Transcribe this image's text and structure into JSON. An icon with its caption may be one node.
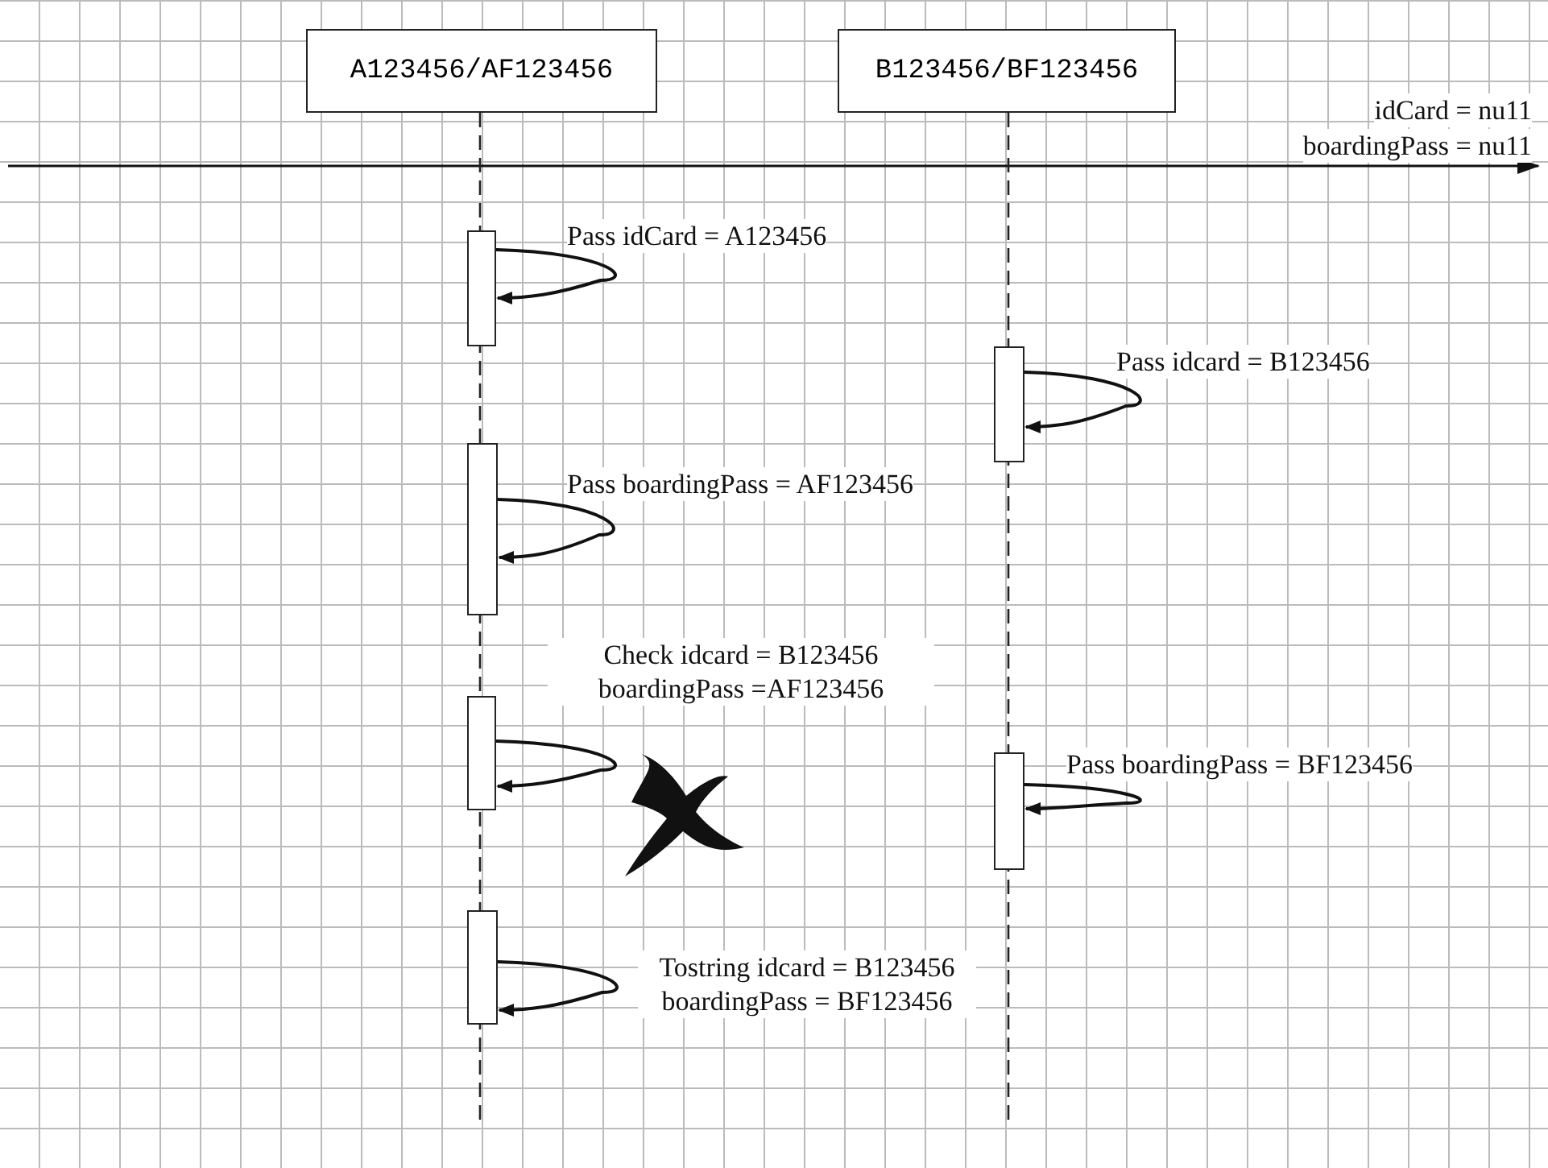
{
  "diagram": {
    "nodes": [
      {
        "text": [
          "A123456/AF123456"
        ]
      },
      {
        "text": [
          "B123456/BF123456"
        ]
      },
      {
        "text": [],
        "shape": "bar"
      },
      {
        "text": [],
        "shape": "bar"
      },
      {
        "text": [],
        "shape": "bar"
      },
      {
        "text": [],
        "shape": "bar"
      },
      {
        "text": [],
        "shape": "bar"
      },
      {
        "text": [],
        "shape": "bar"
      }
    ],
    "edges": [
      {
        "from": 2,
        "to": 2,
        "arrow": "to",
        "label": "Pass idCard = A123456"
      },
      {
        "from": 3,
        "to": 3,
        "arrow": "to",
        "label": "Pass idcard = B123456"
      },
      {
        "from": 4,
        "to": 4,
        "arrow": "to",
        "label": "Pass boardingPass = AF123456"
      },
      {
        "from": 5,
        "to": 5,
        "arrow": "to",
        "label": "Check idcard = B123456 boardingPass =AF123456"
      },
      {
        "from": 6,
        "to": 6,
        "arrow": "to",
        "label": "Pass boardingPass = BF123456"
      },
      {
        "from": 7,
        "to": 7,
        "arrow": "to",
        "label": "Tostring idcard = B123456 boardingPass = BF123456"
      }
    ],
    "labels": [
      "idCard = nu11",
      "boardingPass = nu11"
    ]
  }
}
